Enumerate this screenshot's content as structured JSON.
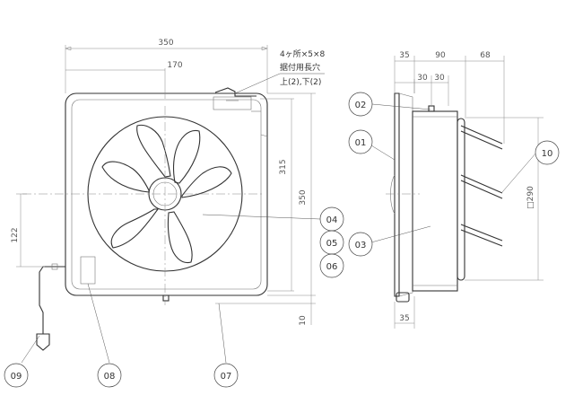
{
  "dimensions": {
    "width_350": "350",
    "offset_170": "170",
    "height_315": "315",
    "height_350": "350",
    "offset_122": "122",
    "bottom_10": "10",
    "depth_35_top": "35",
    "depth_90": "90",
    "depth_68": "68",
    "depth_30_a": "30",
    "depth_30_b": "30",
    "square_290": "□290",
    "depth_35_bottom": "35"
  },
  "note": {
    "line1": "4ヶ所×5×8",
    "line2": "据付用長穴",
    "line3": "上(2),下(2)"
  },
  "callouts": {
    "c01": "01",
    "c02": "02",
    "c03": "03",
    "c04": "04",
    "c05": "05",
    "c06": "06",
    "c07": "07",
    "c08": "08",
    "c09": "09",
    "c10": "10"
  }
}
